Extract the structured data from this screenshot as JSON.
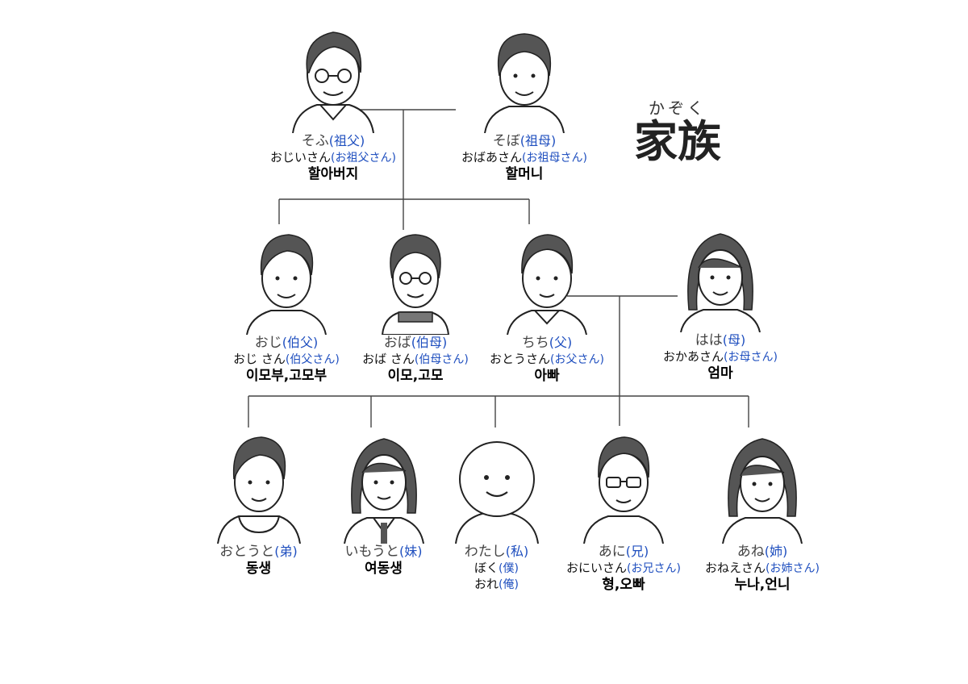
{
  "title": {
    "furigana": "かぞく",
    "kanji": "家族"
  },
  "members": [
    {
      "id": "grandfather",
      "kana": "そふ",
      "kanji": "(祖父)",
      "polite": "おじいさん",
      "polite_kanji": "(お祖父さん)",
      "korean": "할아버지",
      "features": "glasses-elder"
    },
    {
      "id": "grandmother",
      "kana": "そぼ",
      "kanji": "(祖母)",
      "polite": "おばあさん",
      "polite_kanji": "(お祖母さん)",
      "korean": "할머니",
      "features": "elder-woman"
    },
    {
      "id": "uncle",
      "kana": "おじ",
      "kanji": "(伯父)",
      "polite": "おじ さん",
      "polite_kanji": "(伯父さん)",
      "korean": "이모부,고모부",
      "features": "man"
    },
    {
      "id": "aunt",
      "kana": "おば",
      "kanji": "(伯母)",
      "polite": "おば さん",
      "polite_kanji": "(伯母さん)",
      "korean": "이모,고모",
      "features": "glasses-woman"
    },
    {
      "id": "father",
      "kana": "ちち",
      "kanji": "(父)",
      "polite": "おとうさん",
      "polite_kanji": "(お父さん)",
      "korean": "아빠",
      "features": "man-collar"
    },
    {
      "id": "mother",
      "kana": "はは",
      "kanji": "(母)",
      "polite": "おかあさん",
      "polite_kanji": "(お母さん)",
      "korean": "엄마",
      "features": "woman"
    },
    {
      "id": "younger-brother",
      "kana": "おとうと",
      "kanji": "(弟)",
      "polite": "",
      "polite_kanji": "",
      "korean": "동생",
      "features": "boy"
    },
    {
      "id": "younger-sister",
      "kana": "いもうと",
      "kanji": "(妹)",
      "polite": "",
      "polite_kanji": "",
      "korean": "여동생",
      "features": "girl"
    },
    {
      "id": "me",
      "kana": "わたし",
      "kanji": "(私)",
      "polite": "ぼく",
      "polite_kanji": "(僕)",
      "polite2": "おれ",
      "polite2_kanji": "(俺)",
      "korean": "",
      "features": "blank"
    },
    {
      "id": "older-brother",
      "kana": "あに",
      "kanji": "(兄)",
      "polite": "おにいさん",
      "polite_kanji": "(お兄さん)",
      "korean": "형,오빠",
      "features": "glasses-man"
    },
    {
      "id": "older-sister",
      "kana": "あね",
      "kanji": "(姉)",
      "polite": "おねえさん",
      "polite_kanji": "(お姉さん)",
      "korean": "누나,언니",
      "features": "woman"
    }
  ]
}
